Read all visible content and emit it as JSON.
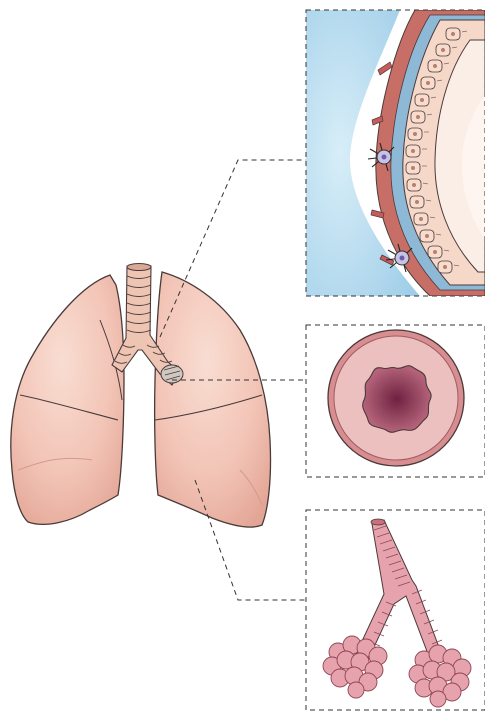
{
  "figure": {
    "alt": "",
    "panels": [
      {
        "id": "airway-wall-detail",
        "label": ""
      },
      {
        "id": "bronchus-cross-section",
        "label": ""
      },
      {
        "id": "bronchiole-alveoli",
        "label": ""
      }
    ]
  },
  "colors": {
    "lung": "#f2c4b6",
    "lung_dark": "#e2a394",
    "outline": "#4a3a3a",
    "trachea": "#eec4b2",
    "panel_border": "#333333",
    "blue_mucus": "#bfe3f2",
    "blue_dark": "#7fb8dc",
    "muscle": "#c76f66",
    "epithelium": "#f6d8c8",
    "cell_nucleus": "#b8806e",
    "inner_lumen": "#fbeee7",
    "purple": "#a06aa6",
    "immune_cell": "#c7c2e6",
    "bronchus_outer": "#d88e91",
    "bronchus_ring": "#edc0c0",
    "bronchus_inner": "#9c4a63",
    "bronchus_core": "#7a2c48",
    "alveoli": "#e7a3ad",
    "alveoli_dark": "#c9707f"
  }
}
